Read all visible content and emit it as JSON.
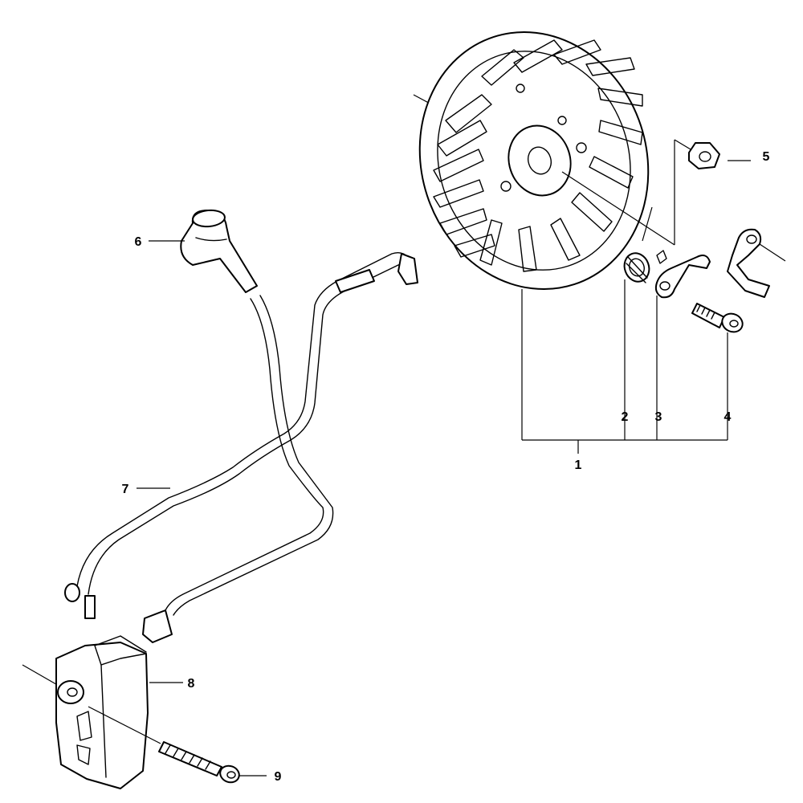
{
  "diagram": {
    "type": "exploded-parts-diagram",
    "line_color": "#000000",
    "background": "#ffffff",
    "callouts": {
      "c1": "1",
      "c2": "2",
      "c3": "3",
      "c4": "4",
      "c5": "5",
      "c6": "6",
      "c7": "7",
      "c8": "8",
      "c9": "9"
    }
  }
}
